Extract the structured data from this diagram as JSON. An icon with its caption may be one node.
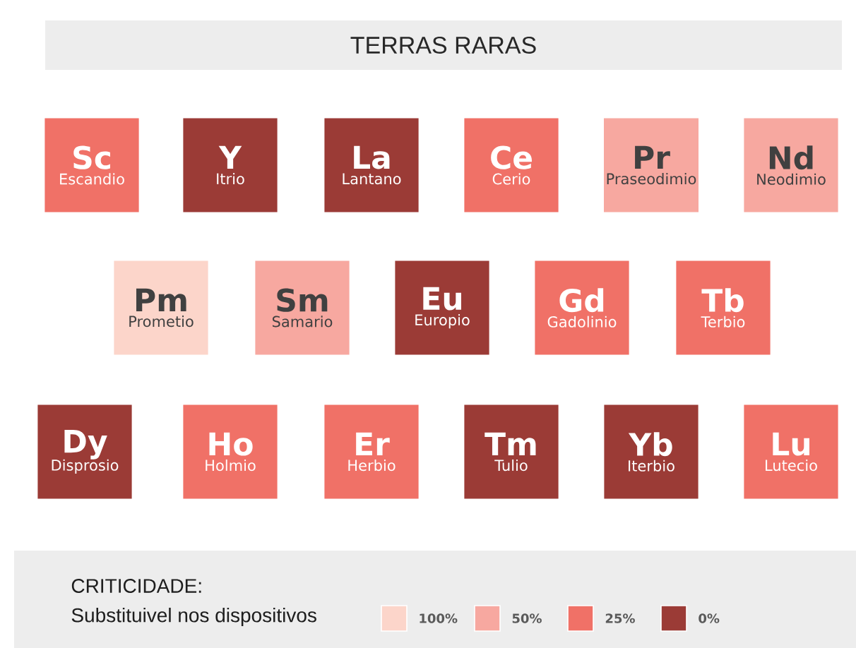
{
  "diagram": {
    "title": "TERRAS RARAS",
    "nodes": [
      {
        "text": [
          "Sc",
          "Escandio"
        ]
      },
      {
        "text": [
          "Y",
          "Itrio"
        ]
      },
      {
        "text": [
          "La",
          "Lantano"
        ]
      },
      {
        "text": [
          "Ce",
          "Cerio"
        ]
      },
      {
        "text": [
          "Pr",
          "Praseodimio"
        ]
      },
      {
        "text": [
          "Nd",
          "Neodimio"
        ]
      },
      {
        "text": [
          "Pm",
          "Prometio"
        ]
      },
      {
        "text": [
          "Sm",
          "Samario"
        ]
      },
      {
        "text": [
          "Eu",
          "Europio"
        ]
      },
      {
        "text": [
          "Gd",
          "Gadolinio"
        ]
      },
      {
        "text": [
          "Tb",
          "Terbio"
        ]
      },
      {
        "text": [
          "Dy",
          "Disprosio"
        ]
      },
      {
        "text": [
          "Ho",
          "Holmio"
        ]
      },
      {
        "text": [
          "Er",
          "Herbio"
        ]
      },
      {
        "text": [
          "Tm",
          "Tulio"
        ]
      },
      {
        "text": [
          "Yb",
          "Iterbio"
        ]
      },
      {
        "text": [
          "Lu",
          "Lutecio"
        ]
      }
    ],
    "labels": [
      "CRITICIDADE:",
      "Substituivel nos dispositivos"
    ],
    "legend": [
      {
        "text": "100%",
        "color": "#fcd5ca"
      },
      {
        "text": "50%",
        "color": "#f7a8a0"
      },
      {
        "text": "25%",
        "color": "#f07167"
      },
      {
        "text": "0%",
        "color": "#9b3b36"
      }
    ]
  }
}
